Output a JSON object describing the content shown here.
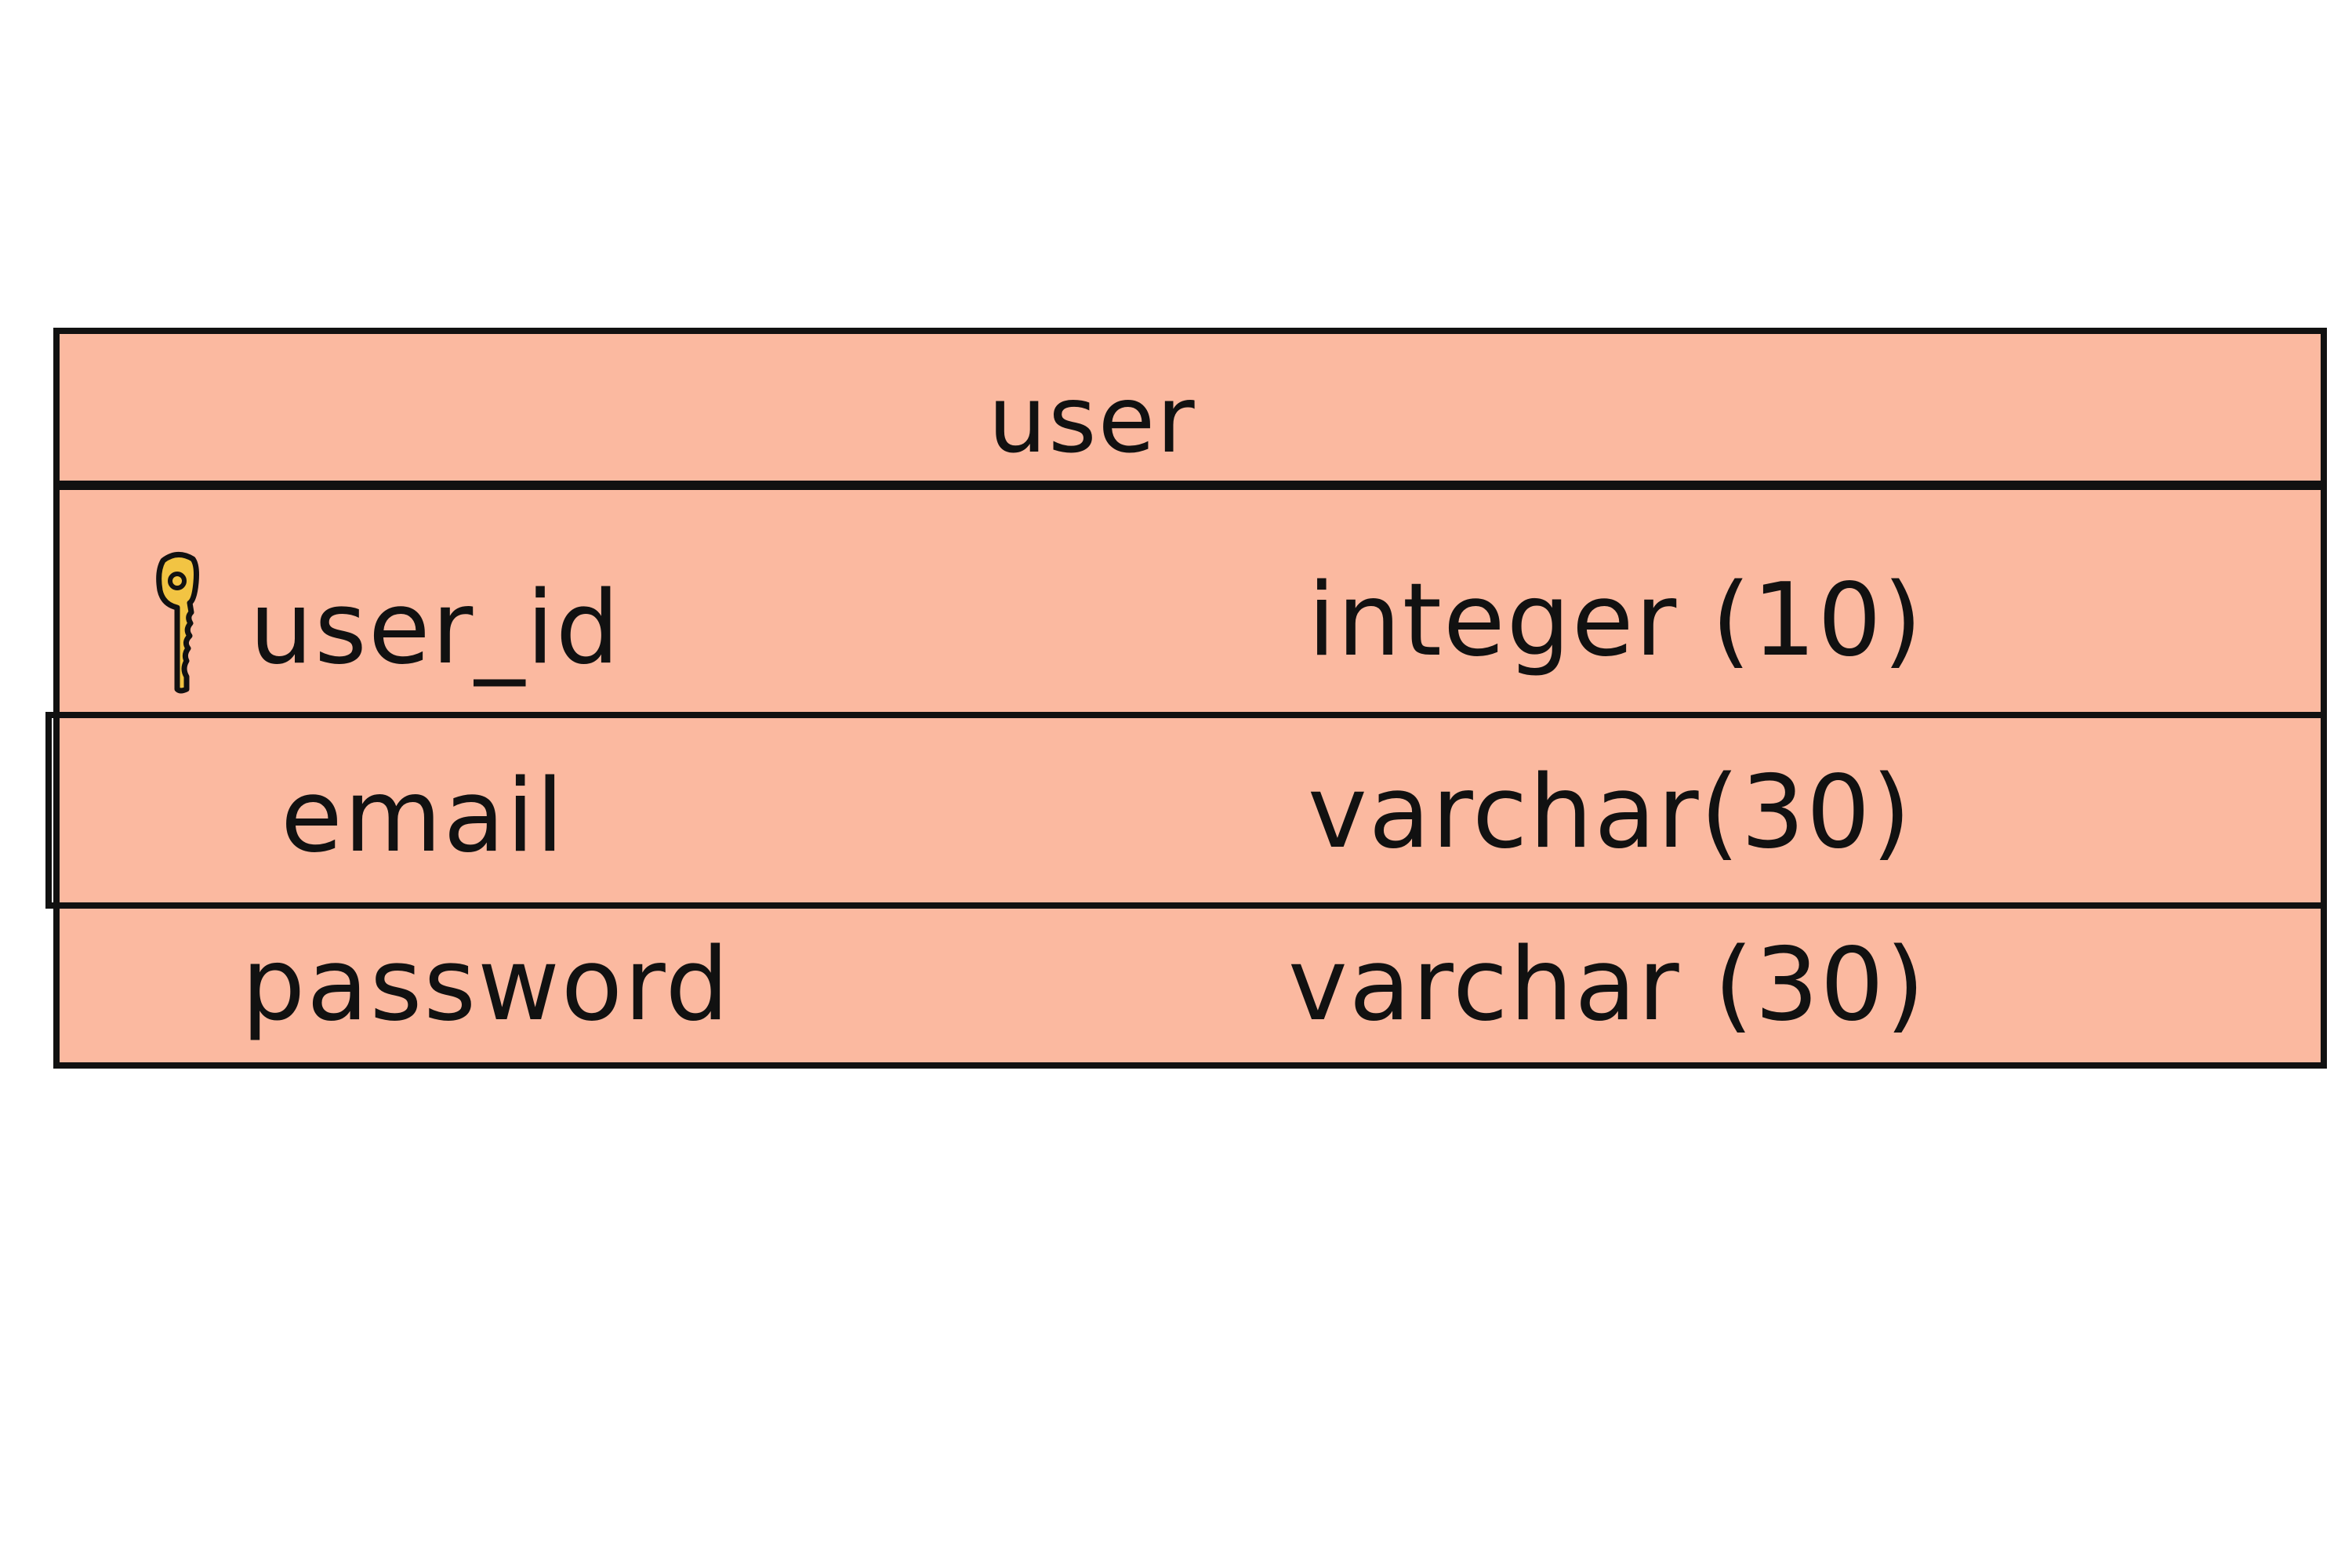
{
  "colors": {
    "entity_fill": "#fbb9a0",
    "stroke": "#111111",
    "key_fill": "#f2c443"
  },
  "entity": {
    "name": "user",
    "fields": [
      {
        "name": "user_id",
        "type": "integer (10)",
        "primary_key": true,
        "icon": "key-icon"
      },
      {
        "name": "email",
        "type": "varchar(30)",
        "primary_key": false
      },
      {
        "name": "password",
        "type": "varchar (30)",
        "primary_key": false
      }
    ]
  }
}
